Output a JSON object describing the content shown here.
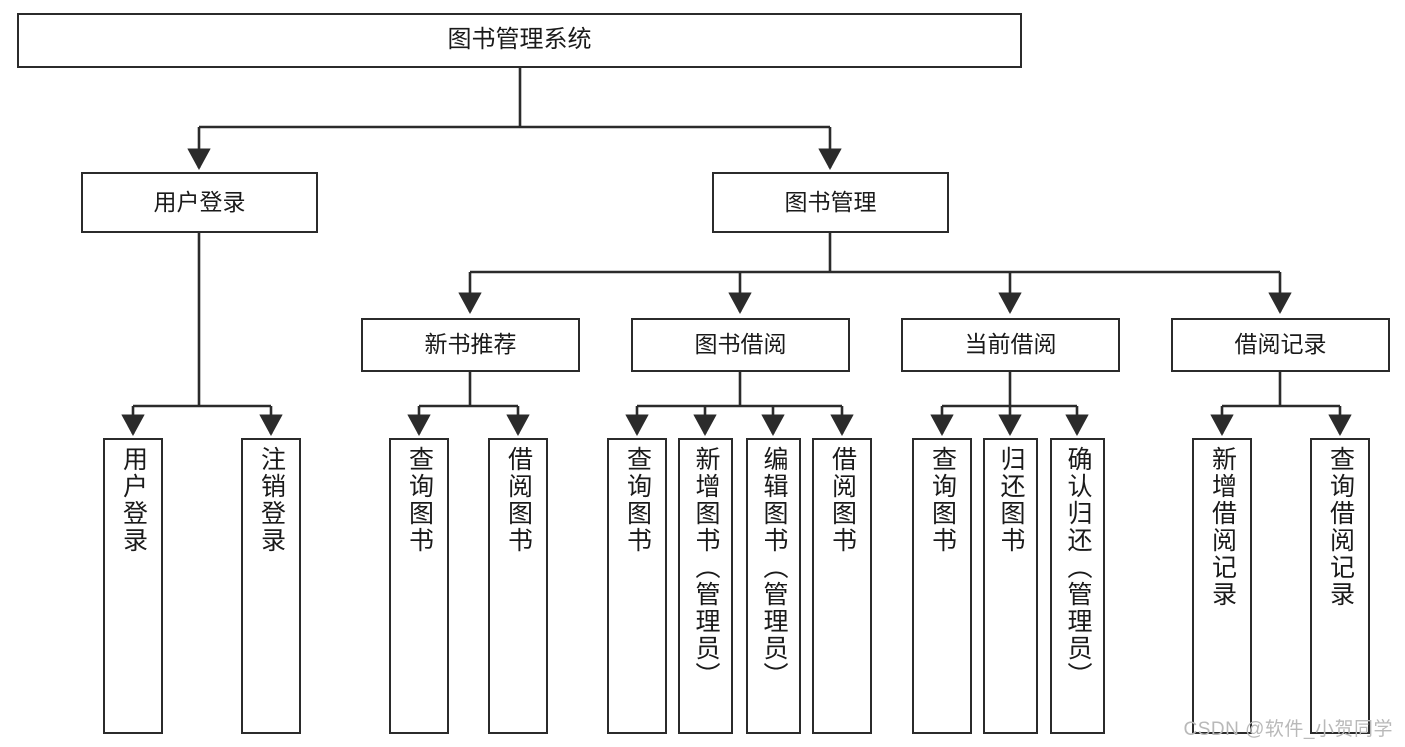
{
  "diagram": {
    "title": "图书管理系统",
    "type": "hierarchy-tree",
    "colors": {
      "stroke": "#2b2b2b",
      "fill": "#ffffff",
      "text": "#1a1a1a",
      "watermark": "#b9b9b9"
    },
    "watermark": "CSDN @软件_小贺同学",
    "levels": {
      "root": {
        "label": "图书管理系统"
      },
      "level2": [
        {
          "id": "user-login",
          "label": "用户登录"
        },
        {
          "id": "book-management",
          "label": "图书管理"
        }
      ],
      "level3": [
        {
          "id": "new-book-recommend",
          "label": "新书推荐",
          "parent": "book-management"
        },
        {
          "id": "book-borrow",
          "label": "图书借阅",
          "parent": "book-management"
        },
        {
          "id": "current-borrow",
          "label": "当前借阅",
          "parent": "book-management"
        },
        {
          "id": "borrow-record",
          "label": "借阅记录",
          "parent": "book-management"
        }
      ],
      "leaves": [
        {
          "id": "leaf-user-login",
          "label": "用户登录",
          "parent": "user-login"
        },
        {
          "id": "leaf-logout",
          "label": "注销登录",
          "parent": "user-login"
        },
        {
          "id": "leaf-query-book-1",
          "label": "查询图书",
          "parent": "new-book-recommend"
        },
        {
          "id": "leaf-borrow-book-1",
          "label": "借阅图书",
          "parent": "new-book-recommend"
        },
        {
          "id": "leaf-query-book-2",
          "label": "查询图书",
          "parent": "book-borrow"
        },
        {
          "id": "leaf-add-book",
          "label": "新增图书（管理员）",
          "parent": "book-borrow"
        },
        {
          "id": "leaf-edit-book",
          "label": "编辑图书（管理员）",
          "parent": "book-borrow"
        },
        {
          "id": "leaf-borrow-book-2",
          "label": "借阅图书",
          "parent": "book-borrow"
        },
        {
          "id": "leaf-query-book-3",
          "label": "查询图书",
          "parent": "current-borrow"
        },
        {
          "id": "leaf-return-book",
          "label": "归还图书",
          "parent": "current-borrow"
        },
        {
          "id": "leaf-confirm-return",
          "label": "确认归还（管理员）",
          "parent": "current-borrow"
        },
        {
          "id": "leaf-add-record",
          "label": "新增借阅记录",
          "parent": "borrow-record"
        },
        {
          "id": "leaf-query-record",
          "label": "查询借阅记录",
          "parent": "borrow-record"
        }
      ]
    }
  }
}
